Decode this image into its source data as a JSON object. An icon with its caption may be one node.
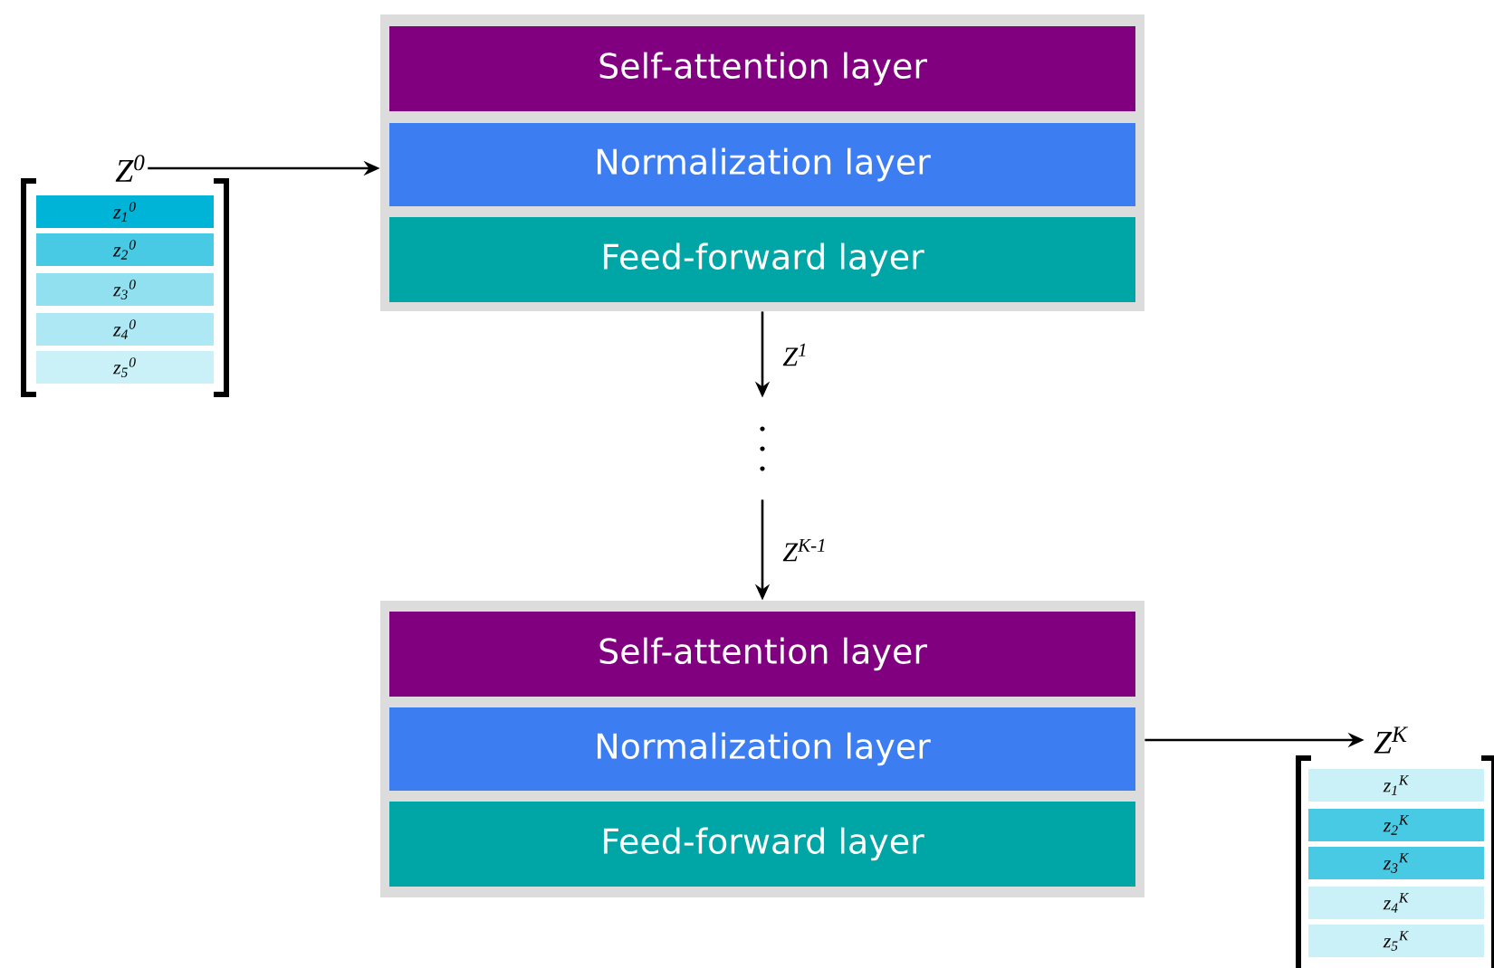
{
  "diagram": {
    "nodes": [
      {
        "text": [],
        "shape": "box"
      },
      {
        "text": [
          "Self-attention layer"
        ],
        "in": 0
      },
      {
        "text": [
          "Normalization layer"
        ],
        "in": 0
      },
      {
        "text": [
          "Feed-forward layer"
        ],
        "in": 0
      },
      {
        "text": [],
        "shape": "box"
      },
      {
        "text": [
          "Self-attention layer"
        ],
        "in": 4
      },
      {
        "text": [
          "Normalization layer"
        ],
        "in": 4
      },
      {
        "text": [
          "Feed-forward layer"
        ],
        "in": 4
      },
      {
        "text": [
          "Z$^{0}$"
        ]
      },
      {
        "text": [
          "z$_{1}$$^{0}$"
        ],
        "in": 8
      },
      {
        "text": [
          "z$_{2}$$^{0}$"
        ],
        "in": 8
      },
      {
        "text": [
          "z$_{3}$$^{0}$"
        ],
        "in": 8
      },
      {
        "text": [
          "z$_{4}$$^{0}$"
        ],
        "in": 8
      },
      {
        "text": [
          "z$_{5}$$^{0}$"
        ],
        "in": 8
      },
      {
        "text": [
          "Z$^{K}$"
        ]
      },
      {
        "text": [
          "z$_{1}$$^{K}$"
        ],
        "in": 14
      },
      {
        "text": [
          "z$_{2}$$^{K}$"
        ],
        "in": 14
      },
      {
        "text": [
          "z$_{3}$$^{K}$"
        ],
        "in": 14
      },
      {
        "text": [
          "z$_{4}$$^{K}$"
        ],
        "in": 14
      },
      {
        "text": [
          "z$_{5}$$^{K}$"
        ],
        "in": 14
      },
      {
        "text": [],
        "shape": "dots"
      }
    ],
    "edges": [
      {
        "from": 8,
        "to": 0,
        "arrow": "to"
      },
      {
        "from": 0,
        "to": 20,
        "arrow": "to",
        "label": "Z$^{1}$"
      },
      {
        "from": 20,
        "to": 4,
        "arrow": "to",
        "label": "Z$^{K-1}$"
      },
      {
        "from": 4,
        "to": 14,
        "arrow": "to"
      }
    ]
  }
}
